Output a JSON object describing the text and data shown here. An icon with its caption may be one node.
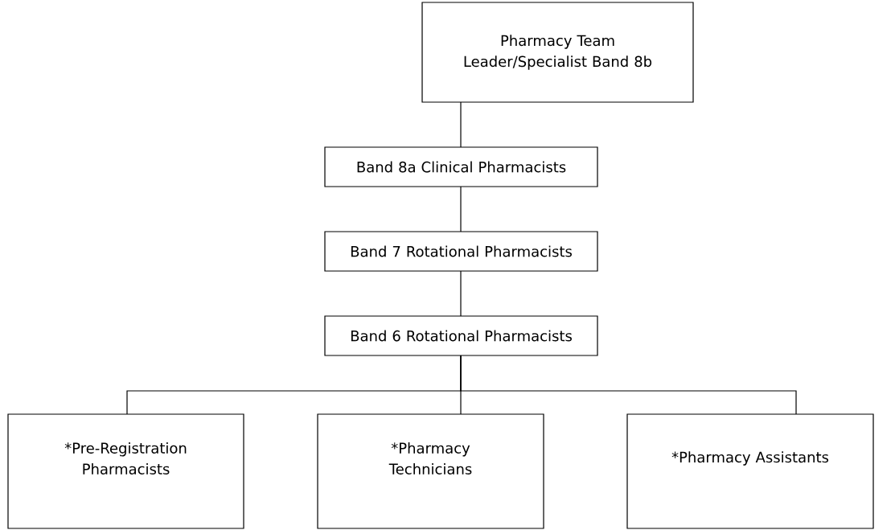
{
  "diagram": {
    "nodes": [
      {
        "text": [
          "Pharmacy Team Leader/Specialist Band 8b"
        ]
      },
      {
        "text": [
          "Band 8a Clinical Pharmacists"
        ]
      },
      {
        "text": [
          "Band 7 Rotational Pharmacists"
        ]
      },
      {
        "text": [
          "Band 6 Rotational Pharmacists"
        ]
      },
      {
        "text": [
          "*Pre-Registration Pharmacists"
        ]
      },
      {
        "text": [
          "*Pharmacy Technicians"
        ]
      },
      {
        "text": [
          "*Pharmacy Assistants"
        ]
      }
    ],
    "edges": [
      {
        "from": 0,
        "to": 1,
        "arrow": "none"
      },
      {
        "from": 1,
        "to": 2,
        "arrow": "none"
      },
      {
        "from": 2,
        "to": 3,
        "arrow": "none"
      },
      {
        "from": 3,
        "to": 4,
        "arrow": "none"
      },
      {
        "from": 3,
        "to": 5,
        "arrow": "none"
      },
      {
        "from": 3,
        "to": 6,
        "arrow": "none"
      }
    ]
  }
}
